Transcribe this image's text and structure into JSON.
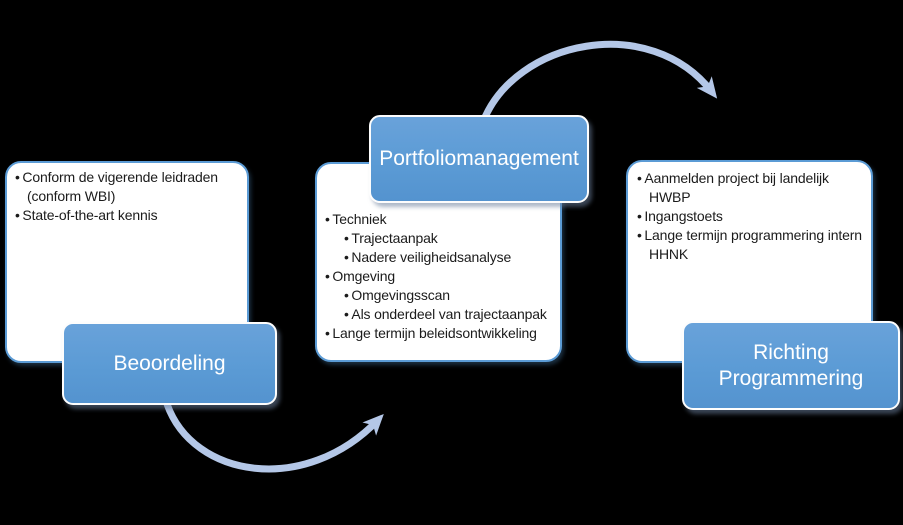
{
  "colors": {
    "background": "#000000",
    "accent_blue": "#5B9BD5",
    "arrow_blue": "#B4C7E7",
    "panel_bg": "#FFFFFF",
    "panel_border": "#5B9BD5",
    "label_text": "#FFFFFF",
    "body_text": "#1B1B1B"
  },
  "diagram": {
    "stages": [
      {
        "id": "beoordeling",
        "label": "Beoordeling",
        "items": [
          {
            "level": 1,
            "text": "Conform de vigerende leidraden (conform WBI)"
          },
          {
            "level": 1,
            "text": "State-of-the-art kennis"
          }
        ]
      },
      {
        "id": "portfoliomanagement",
        "label": "Portfoliomanagement",
        "items": [
          {
            "level": 1,
            "text": "Techniek"
          },
          {
            "level": 2,
            "text": "Trajectaanpak"
          },
          {
            "level": 2,
            "text": "Nadere veiligheidsanalyse"
          },
          {
            "level": 1,
            "text": "Omgeving"
          },
          {
            "level": 2,
            "text": "Omgevingsscan"
          },
          {
            "level": 2,
            "text": "Als onderdeel van trajectaanpak"
          },
          {
            "level": 1,
            "text": "Lange termijn beleidsontwikkeling"
          }
        ]
      },
      {
        "id": "richting-programmering",
        "label": "Richting Programmering",
        "items": [
          {
            "level": 1,
            "text": "Aanmelden project bij landelijk HWBP"
          },
          {
            "level": 1,
            "text": "Ingangstoets"
          },
          {
            "level": 1,
            "text": "Lange termijn programmering intern HHNK"
          }
        ]
      }
    ],
    "arrows": [
      {
        "from": "Beoordeling",
        "to": "Portfoliomanagement"
      },
      {
        "from": "Portfoliomanagement",
        "to": "Richting Programmering"
      }
    ]
  }
}
